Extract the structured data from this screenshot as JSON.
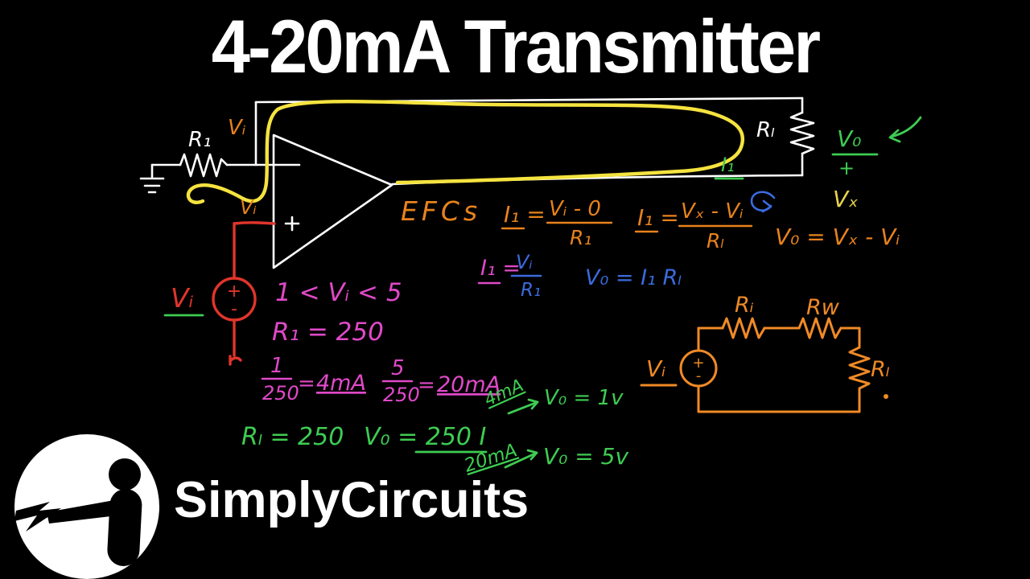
{
  "title": "4-20mA Transmitter",
  "brand": "SimplyCircuits",
  "palette": {
    "background": "#000000",
    "title_text": "#ffffff",
    "yellow_loop": "#f5e33f",
    "orange_hand": "#e8821c",
    "orange_circuit": "#f08a26",
    "green": "#3ecc52",
    "blue": "#3b6bdd",
    "magenta": "#e049c8",
    "red": "#e0352b",
    "yellow_text": "#e8d54a"
  },
  "circuit": {
    "r1": "R₁",
    "vi_top": "Vᵢ",
    "vi_node": "Vᵢ",
    "opamp_plus": "+",
    "rl": "Rₗ",
    "vo": "V₀",
    "vo_plus": "+",
    "i1": "I₁",
    "vx": "Vₓ",
    "vi_source": "Vᵢ",
    "src_plus": "+",
    "src_minus": "-"
  },
  "equations": {
    "efcs": "EFCs",
    "e1_lead": "I₁ =",
    "e1_num": "Vᵢ - 0",
    "e1_den": "R₁",
    "e2_lead": "I₁ =",
    "e2_num": "Vₓ - Vᵢ",
    "e2_den": "Rₗ",
    "e3": "V₀ = Vₓ - Vᵢ",
    "e4_lead": "I₁ =",
    "e4_num": "Vᵢ",
    "e4_den": "R₁",
    "e5": "V₀ = I₁ Rₗ",
    "range": "1 < Vᵢ < 5",
    "r1_value": "R₁ = 250",
    "f1_num": "1",
    "f1_den": "250",
    "f1_eq": "=",
    "f1_res": "4mA",
    "f2_num": "5",
    "f2_den": "250",
    "f2_eq": "=",
    "f2_res": "20mA",
    "rl_value": "Rₗ = 250",
    "vo_formula": "V₀ = 250 I",
    "case1_label": "4mA",
    "case1_result": "V₀ = 1v",
    "case2_label": "20mA",
    "case2_result": "V₀ = 5v"
  },
  "mini_circuit": {
    "vi": "Vᵢ",
    "ri": "Rᵢ",
    "rw": "Rw",
    "rl": "Rₗ",
    "plus": "+",
    "minus": "-"
  }
}
